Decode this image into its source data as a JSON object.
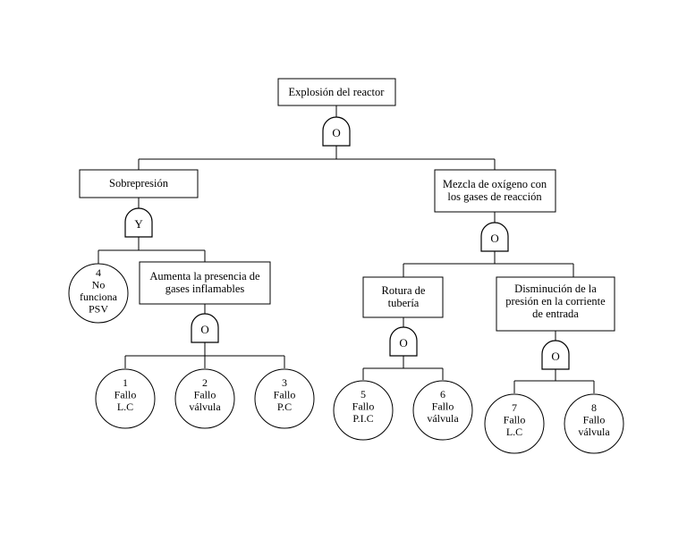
{
  "events": {
    "top": {
      "lines": [
        "Explosión del reactor"
      ]
    },
    "sobrepresion": {
      "lines": [
        "Sobrepresión"
      ]
    },
    "mezcla": {
      "lines": [
        "Mezcla de oxígeno con",
        "los gases de reacción"
      ]
    },
    "aumenta": {
      "lines": [
        "Aumenta la presencia de",
        "gases inflamables"
      ]
    },
    "rotura": {
      "lines": [
        "Rotura de",
        "tubería"
      ]
    },
    "disminucion": {
      "lines": [
        "Disminución de la",
        "presión en la corriente",
        "de entrada"
      ]
    }
  },
  "gates": {
    "g_top": {
      "symbol": "O"
    },
    "g_sobre": {
      "symbol": "Y"
    },
    "g_mezcla": {
      "symbol": "O"
    },
    "g_aumenta": {
      "symbol": "O"
    },
    "g_rotura": {
      "symbol": "O"
    },
    "g_dism": {
      "symbol": "O"
    }
  },
  "basic_events": {
    "b4": {
      "lines": [
        "4",
        "No",
        "funciona",
        "PSV"
      ]
    },
    "b1": {
      "lines": [
        "1",
        "Fallo",
        "L.C"
      ]
    },
    "b2": {
      "lines": [
        "2",
        "Fallo",
        "válvula"
      ]
    },
    "b3": {
      "lines": [
        "3",
        "Fallo",
        "P.C"
      ]
    },
    "b5": {
      "lines": [
        "5",
        "Fallo",
        "P.I.C"
      ]
    },
    "b6": {
      "lines": [
        "6",
        "Fallo",
        "válvula"
      ]
    },
    "b7": {
      "lines": [
        "7",
        "Fallo",
        "L.C"
      ]
    },
    "b8": {
      "lines": [
        "8",
        "Fallo",
        "válvula"
      ]
    }
  }
}
